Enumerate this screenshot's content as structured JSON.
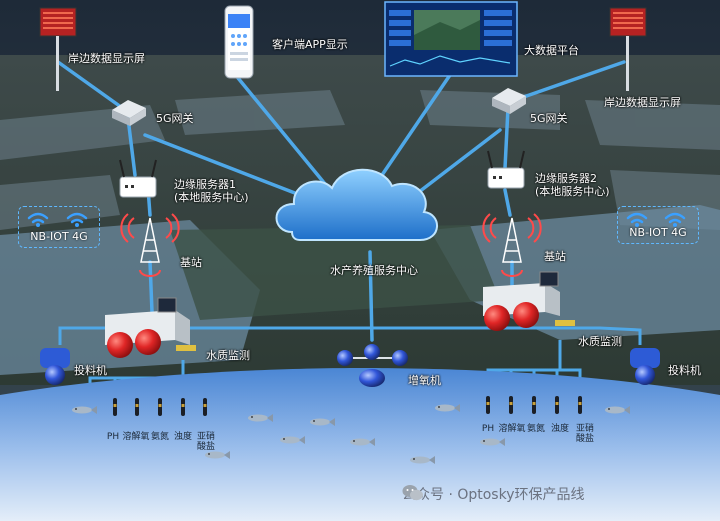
{
  "nodes": {
    "left_display": "岸边数据显示屏",
    "right_display": "岸边数据显示屏",
    "client_app": "客户端APP显示",
    "big_data": "大数据平台",
    "gateway_left": "5G网关",
    "gateway_right": "5G网关",
    "edge_left_title": "边缘服务器1",
    "edge_left_sub": "(本地服务中心)",
    "edge_right_title": "边缘服务器2",
    "edge_right_sub": "(本地服务中心)",
    "service_center": "水产养殖服务中心",
    "base_left": "基站",
    "base_right": "基站",
    "nbiot_left": "NB-IOT 4G",
    "nbiot_right": "NB-IOT 4G",
    "water_left": "水质监测",
    "water_right": "水质监测",
    "feeder_left": "投料机",
    "feeder_right": "投料机",
    "aerator": "增氧机"
  },
  "sensors_left": [
    "PH",
    "溶解氧",
    "氨氮",
    "浊度",
    "亚硝\n酸盐"
  ],
  "sensors_right": [
    "PH",
    "溶解氧",
    "氨氮",
    "浊度",
    "亚硝\n酸盐"
  ],
  "watermark": "公众号 · Optosky环保产品线",
  "colors": {
    "link": "#4fa8e8",
    "water_top": "#4a86d4",
    "water_bottom": "#dfeaf8",
    "float_red": "#d42b2b",
    "feeder_blue": "#2d5bd6"
  },
  "icons": [
    "led-display-icon",
    "phone-icon",
    "dashboard-icon",
    "gateway-icon",
    "edge-server-icon",
    "cloud-icon",
    "tower-icon",
    "wifi-icon",
    "sensor-probe-icon",
    "fish-icon",
    "wechat-icon"
  ]
}
